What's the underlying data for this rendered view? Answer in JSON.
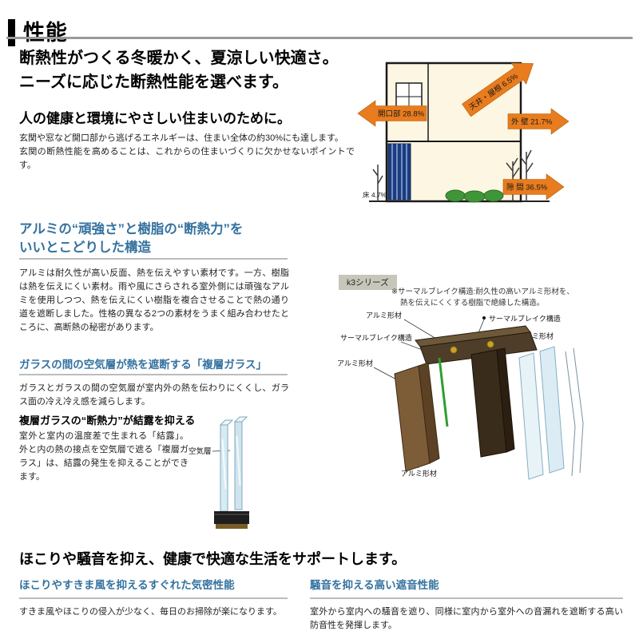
{
  "page": {
    "title": "性能"
  },
  "colors": {
    "accent_blue": "#34729f",
    "arrow_orange": "#e87c1e",
    "house_bg": "#fcf6e2"
  },
  "intro": {
    "headline1": "断熱性がつくる冬暖かく、夏涼しい快適さ。",
    "headline2": "ニーズに応じた断熱性能を選べます。",
    "subhead": "人の健康と環境にやさしい住まいのために。",
    "body1": "玄関や窓など開口部から逃げるエネルギーは、住まい全体の約30%にも達します。",
    "body2": "玄関の断熱性能を高めることは、これからの住まいづくりに欠かせないポイントです。"
  },
  "house": {
    "roof_label": "天井・屋根 6.5%",
    "opening_label": "開口部 28.8%",
    "wall_label": "外 壁 21.7%",
    "gap_label": "隙 間 36.5%",
    "floor_label": "床 4.7%"
  },
  "alumi": {
    "heading1": "アルミの“頑強さ”と樹脂の“断熱力”を",
    "heading2": "いいとこどりした構造",
    "body": "アルミは耐久性が高い反面、熱を伝えやすい素材です。一方、樹脂は熱を伝えにくい素材。雨や風にさらされる室外側には頑強なアルミを使用しつつ、熱を伝えにくい樹脂を複合させることで熱の通り道を遮断しました。性格の異なる2つの素材をうまく組み合わせたところに、高断熱の秘密があります。"
  },
  "k3": {
    "series_label": "k3シリーズ",
    "note1": "※サーマルブレイク構造:耐久性の高いアルミ形材を、",
    "note2": "熱を伝えにくくする樹脂で絶縁した構造。",
    "label_alumi": "アルミ形材",
    "label_thermal": "サーマルブレイク構造"
  },
  "glass": {
    "heading": "ガラスの間の空気層が熱を遮断する「複層ガラス」",
    "body": "ガラスとガラスの間の空気層が室内外の熱を伝わりにくくし、ガラス面の冷え冷え感を減らします。",
    "subhead": "複層ガラスの“断熱力”が結露を抑える",
    "body2": "室外と室内の温度差で生まれる「結露」。外と内の熱の接点を空気層で遮る「複層ガラス」は、結露の発生を抑えることができます。",
    "air_label": "空気層"
  },
  "bottom": {
    "headline": "ほこりや騒音を抑え、健康で快適な生活をサポートします。",
    "left": {
      "heading": "ほこりやすきま風を抑えるすぐれた気密性能",
      "body": "すきま風やほこりの侵入が少なく、毎日のお掃除が楽になります。"
    },
    "right": {
      "heading": "騒音を抑える高い遮音性能",
      "body": "室外から室内への騒音を遮り、同様に室内から室外への音漏れを遮断する高い防音性を発揮します。"
    }
  }
}
